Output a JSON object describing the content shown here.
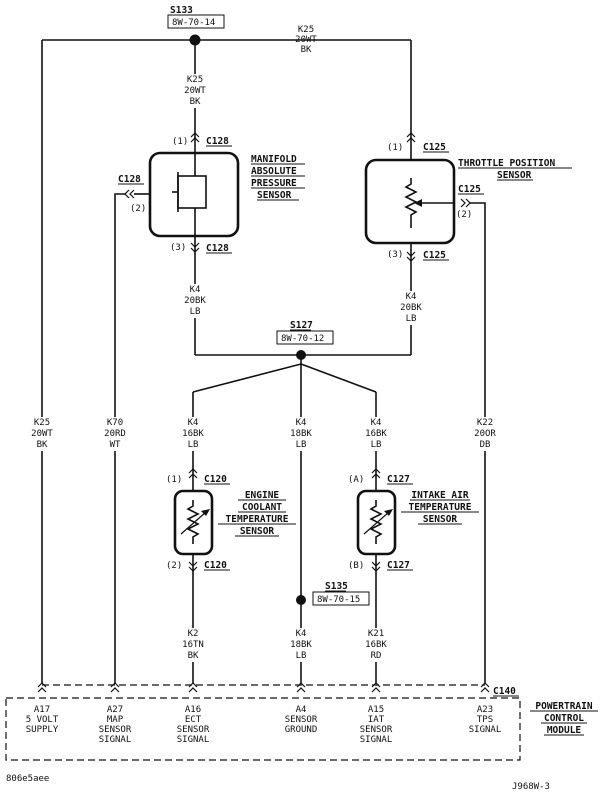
{
  "splices": {
    "s133": {
      "id": "S133",
      "ref": "8W-70-14"
    },
    "s127": {
      "id": "S127",
      "ref": "8W-70-12"
    },
    "s135": {
      "id": "S135",
      "ref": "8W-70-15"
    }
  },
  "wires": {
    "top_k25": [
      "K25",
      "20WT",
      "BK"
    ],
    "map_k25": [
      "K25",
      "20WT",
      "BK"
    ],
    "map_k4": [
      "K4",
      "20BK",
      "LB"
    ],
    "tps_k4": [
      "K4",
      "20BK",
      "LB"
    ],
    "left_k25": [
      "K25",
      "20WT",
      "BK"
    ],
    "k70": [
      "K70",
      "20RD",
      "WT"
    ],
    "ect_k4": [
      "K4",
      "16BK",
      "LB"
    ],
    "mid_k4": [
      "K4",
      "18BK",
      "LB"
    ],
    "iat_k4": [
      "K4",
      "16BK",
      "LB"
    ],
    "k22": [
      "K22",
      "20OR",
      "DB"
    ],
    "k2": [
      "K2",
      "16TN",
      "BK"
    ],
    "bottom_k4": [
      "K4",
      "18BK",
      "LB"
    ],
    "k21": [
      "K21",
      "16BK",
      "RD"
    ]
  },
  "connectors": {
    "c128": "C128",
    "c125": "C125",
    "c120": "C120",
    "c127": "C127",
    "c140": "C140"
  },
  "pins": {
    "p1": "(1)",
    "p2": "(2)",
    "p3": "(3)",
    "pA": "(A)",
    "pB": "(B)"
  },
  "components": {
    "map": [
      "MANIFOLD",
      "ABSOLUTE",
      "PRESSURE",
      "SENSOR"
    ],
    "tps": [
      "THROTTLE POSITION",
      "SENSOR"
    ],
    "ect": [
      "ENGINE",
      "COOLANT",
      "TEMPERATURE",
      "SENSOR"
    ],
    "iat": [
      "INTAKE AIR",
      "TEMPERATURE",
      "SENSOR"
    ],
    "pcm": [
      "POWERTRAIN",
      "CONTROL",
      "MODULE"
    ]
  },
  "pcm_pins": [
    {
      "pin": "A17",
      "lines": [
        "5 VOLT",
        "SUPPLY"
      ]
    },
    {
      "pin": "A27",
      "lines": [
        "MAP",
        "SENSOR",
        "SIGNAL"
      ]
    },
    {
      "pin": "A16",
      "lines": [
        "ECT",
        "SENSOR",
        "SIGNAL"
      ]
    },
    {
      "pin": "A4",
      "lines": [
        "SENSOR",
        "GROUND"
      ]
    },
    {
      "pin": "A15",
      "lines": [
        "IAT",
        "SENSOR",
        "SIGNAL"
      ]
    },
    {
      "pin": "A23",
      "lines": [
        "TPS",
        "SIGNAL"
      ]
    }
  ],
  "footer": {
    "left": "806e5aee",
    "right": "J968W-3"
  }
}
